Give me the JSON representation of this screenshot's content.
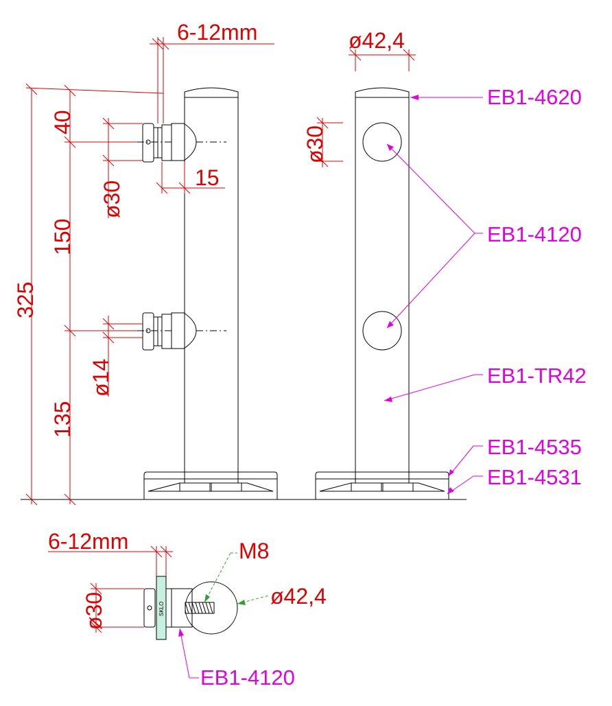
{
  "dimensions": {
    "glass_thickness_top": "6-12mm",
    "glass_thickness_bottom": "6-12mm",
    "post_diameter_top": "ø42,4",
    "post_diameter_bottom": "ø42,4",
    "total_height": "325",
    "top_offset": "40",
    "spacing": "150",
    "bottom_offset": "135",
    "clamp_diameter_side": "ø30",
    "clamp_diameter_front": "ø30",
    "clamp_diameter_bottom": "ø30",
    "clamp_depth": "15",
    "bolt_diameter": "ø14",
    "thread": "M8"
  },
  "parts": {
    "cap": "EB1-4620",
    "clamp": "EB1-4120",
    "tube": "EB1-TR42",
    "base_cover": "EB1-4535",
    "base_plate": "EB1-4531",
    "clamp_bottom": "EB1-4120"
  },
  "glass_label": "SKLO",
  "colors": {
    "dimension": "#e00000",
    "part_tag": "#e000e0",
    "leader_green": "#30a030",
    "outline": "#000000"
  }
}
